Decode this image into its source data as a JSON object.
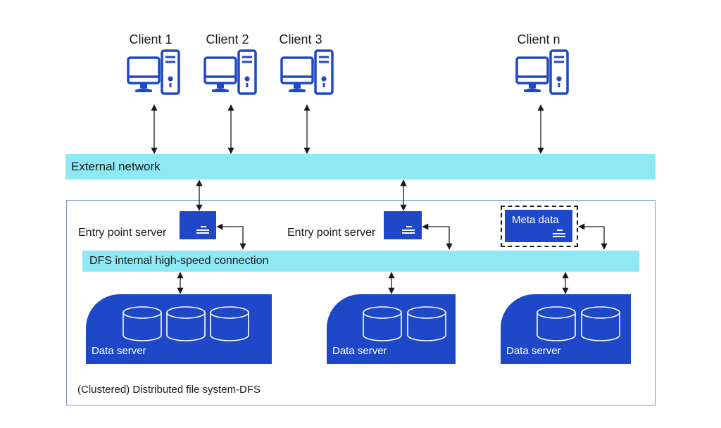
{
  "clients": [
    {
      "label": "Client 1"
    },
    {
      "label": "Client 2"
    },
    {
      "label": "Client 3"
    },
    {
      "label": "Client n"
    }
  ],
  "external_network": {
    "label": "External network"
  },
  "entry_servers": [
    {
      "label": "Entry point server"
    },
    {
      "label": "Entry point server"
    }
  ],
  "meta_data": {
    "label": "Meta data"
  },
  "internal_connection": {
    "label": "DFS internal high-speed connection"
  },
  "data_servers": [
    {
      "label": "Data server"
    },
    {
      "label": "Data server"
    },
    {
      "label": "Data server"
    }
  ],
  "dfs": {
    "label": "(Clustered) Distributed file system-DFS"
  },
  "colors": {
    "icon_blue": "#1f48c8",
    "network_band": "#8fe9f5",
    "frame": "#7f8cc4"
  },
  "icons": {
    "client": "desktop-computer-icon",
    "storage": "database-cylinder-icon"
  }
}
